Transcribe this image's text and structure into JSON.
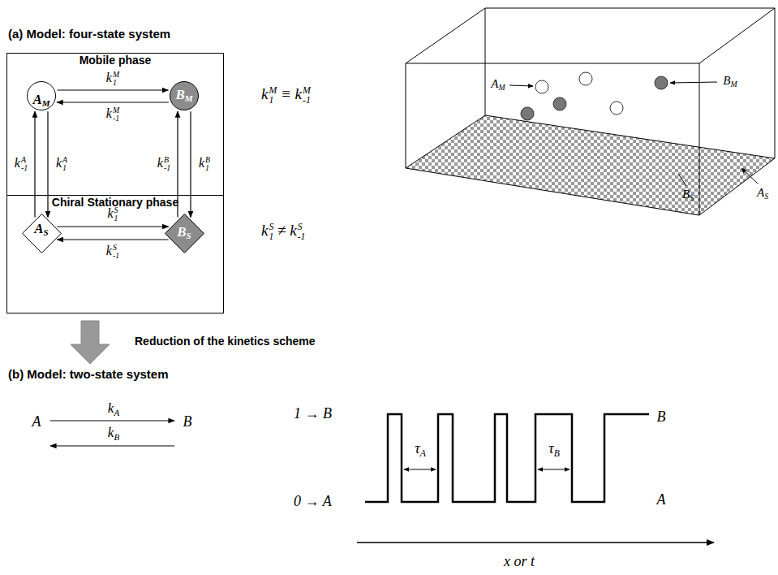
{
  "diagram": {
    "nodes": [
      {
        "text": [
          "Mobile phase"
        ]
      },
      {
        "text": [
          "AM"
        ],
        "in": 0
      },
      {
        "text": [
          "BM"
        ],
        "in": 0
      },
      {
        "text": [
          "Chiral Stationary phase"
        ]
      },
      {
        "text": [
          "AS"
        ],
        "in": 3
      },
      {
        "text": [
          "BS"
        ],
        "in": 3
      }
    ],
    "edges": [
      {
        "from": 1,
        "to": 2,
        "arrow": "to",
        "label": "k1M"
      },
      {
        "from": 2,
        "to": 1,
        "arrow": "to",
        "label": "k-1M"
      },
      {
        "from": 4,
        "to": 1,
        "arrow": "to",
        "label": "k-1A"
      },
      {
        "from": 1,
        "to": 4,
        "arrow": "to",
        "label": "k1A"
      },
      {
        "from": 5,
        "to": 2,
        "arrow": "to",
        "label": "k-1B"
      },
      {
        "from": 2,
        "to": 5,
        "arrow": "to",
        "label": "k1B"
      },
      {
        "from": 4,
        "to": 5,
        "arrow": "to",
        "label": "k1S"
      },
      {
        "from": 5,
        "to": 4,
        "arrow": "to",
        "label": "k-1S"
      }
    ],
    "labels": [
      "(a) Model: four-state system",
      "k1M ≡ k-1M",
      "k1S ≠ k-1S",
      "Reduction of the kinetics scheme",
      "(b) Model: two-state system",
      "A",
      "kA",
      "B",
      "kB",
      "1 → B",
      "0 → A",
      "τA",
      "τB",
      "B",
      "A",
      "x or t",
      "AM",
      "BM",
      "BS",
      "AS"
    ]
  }
}
